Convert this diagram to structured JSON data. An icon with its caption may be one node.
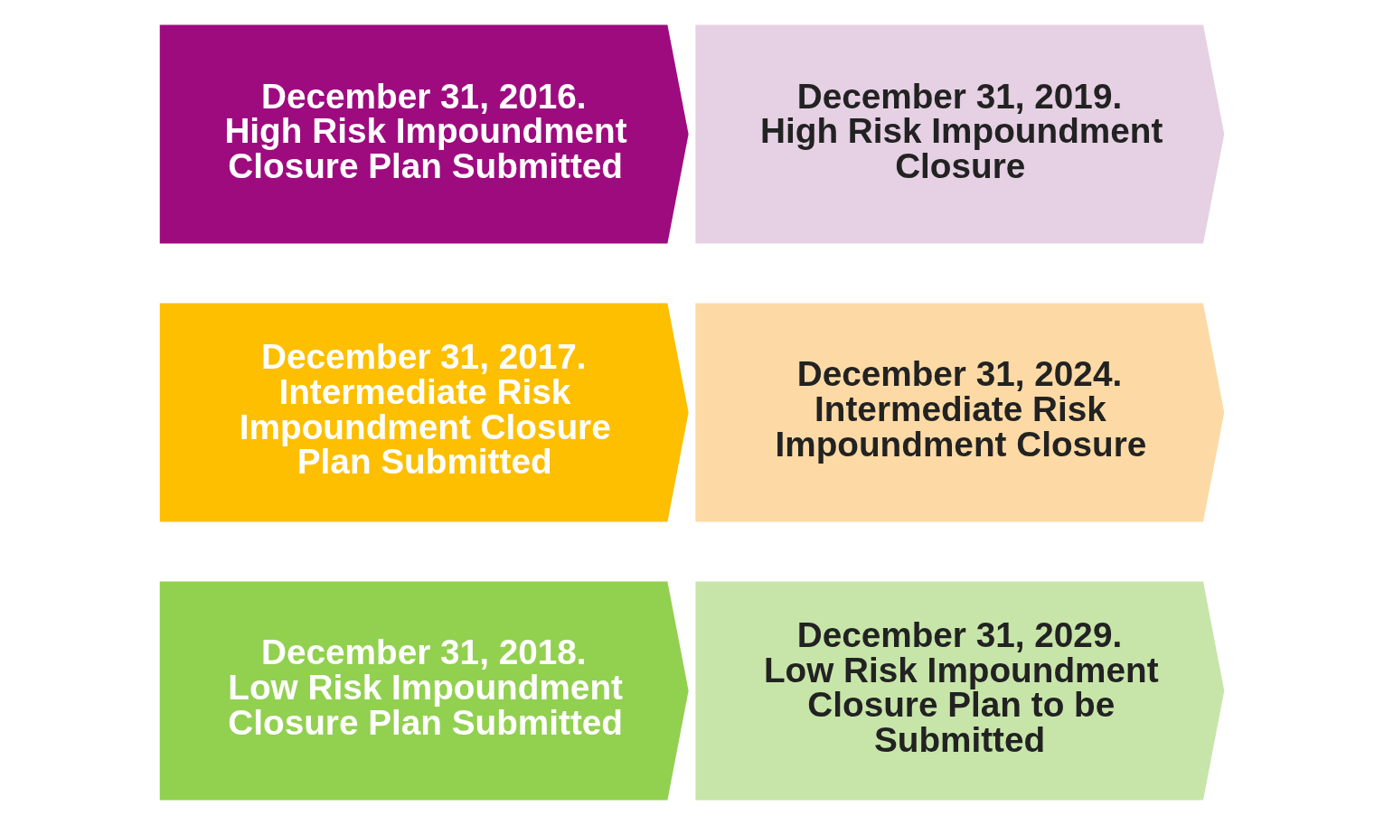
{
  "diagram": {
    "nodes": [
      {
        "text": [
          "December 31, 2016.",
          "High Risk Impoundment Closure Plan Submitted"
        ]
      },
      {
        "text": [
          "December 31, 2019.",
          "High Risk Impoundment Closure"
        ]
      },
      {
        "text": [
          "December 31, 2017.",
          "Intermediate Risk Impoundment Closure Plan Submitted"
        ]
      },
      {
        "text": [
          "December 31, 2024.",
          "Intermediate Risk Impoundment Closure"
        ]
      },
      {
        "text": [
          "December 31, 2018.",
          "Low Risk Impoundment Closure Plan Submitted"
        ]
      },
      {
        "text": [
          "December 31, 2029.",
          "Low Risk Impoundment Closure Plan to be Submitted"
        ]
      }
    ]
  }
}
